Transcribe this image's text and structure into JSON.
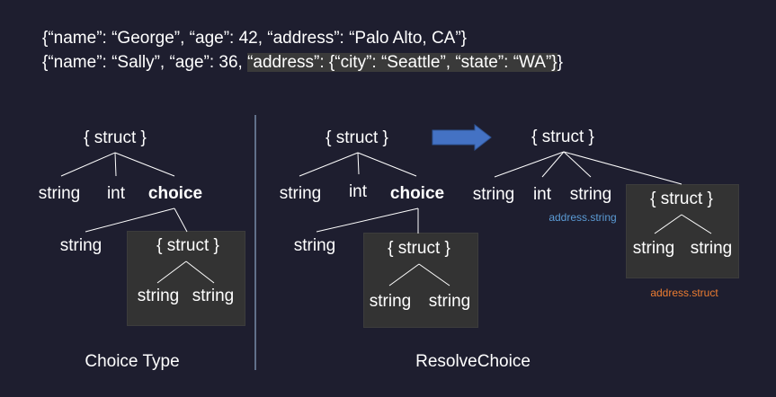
{
  "json_lines": [
    {
      "prefix": "{“name”: “George”, “age”: 42, “address”: “Palo Alto, CA”}",
      "highlight": "",
      "suffix": ""
    },
    {
      "prefix": "{“name”: “Sally”, “age”: 36, ",
      "highlight": "“address”: {“city”: “Seattle”, “state”: “WA”}",
      "suffix": "}"
    }
  ],
  "left": {
    "root": "{ struct }",
    "children": [
      "string",
      "int",
      "choice"
    ],
    "choice_children": [
      "string",
      "{ struct }"
    ],
    "struct_children": [
      "string",
      "string"
    ],
    "caption": "Choice Type"
  },
  "middle": {
    "root": "{ struct }",
    "children": [
      "string",
      "int",
      "choice"
    ],
    "choice_children": [
      "string",
      "{ struct }"
    ],
    "struct_children": [
      "string",
      "string"
    ]
  },
  "right": {
    "root": "{ struct }",
    "children": [
      "string",
      "int",
      "string",
      "{ struct }"
    ],
    "struct_children": [
      "string",
      "string"
    ],
    "annotation_string": "address.string",
    "annotation_struct": "address.struct"
  },
  "caption_right": "ResolveChoice",
  "colors": {
    "background": "#1e1e2f",
    "box": "#333333",
    "arrow": "#4472c4",
    "annotation_string": "#5b9bd5",
    "annotation_struct": "#ed7d31"
  }
}
